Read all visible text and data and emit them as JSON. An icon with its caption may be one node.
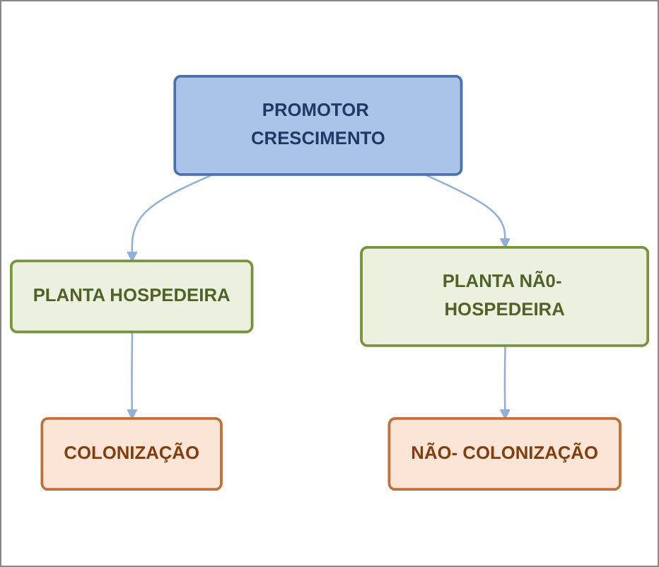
{
  "diagram": {
    "nodes": [
      {
        "text": [
          "PROMOTOR CRESCIMENTO"
        ]
      },
      {
        "text": [
          "PLANTA HOSPEDEIRA"
        ]
      },
      {
        "text": [
          "PLANTA NÃ0- HOSPEDEIRA"
        ]
      },
      {
        "text": [
          "COLONIZAÇÃO"
        ]
      },
      {
        "text": [
          "NÃO- COLONIZAÇÃO"
        ]
      }
    ],
    "edges": [
      {
        "from": 0,
        "to": 1,
        "arrow": "to"
      },
      {
        "from": 0,
        "to": 2,
        "arrow": "to"
      },
      {
        "from": 1,
        "to": 3,
        "arrow": "to"
      },
      {
        "from": 2,
        "to": 4,
        "arrow": "to"
      }
    ]
  }
}
